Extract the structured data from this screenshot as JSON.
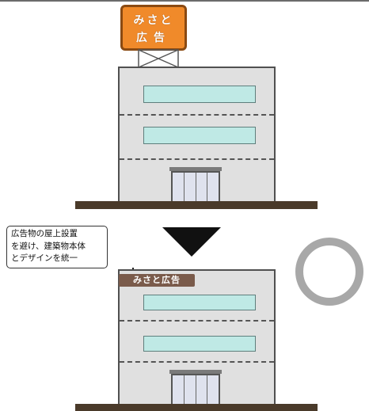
{
  "roof_sign": {
    "line1": "みさと",
    "line2": "広告"
  },
  "callout": {
    "lines": [
      "広告物の屋上設置",
      "を避け、建築物本体",
      "とデザインを統一"
    ]
  },
  "wall_sign": {
    "text": "みさと広告"
  },
  "colors": {
    "roof_sign": "#f08a2a",
    "wall_sign": "#7a5b4b",
    "window": "#bfe9e5",
    "wall": "#e0e0e0",
    "ground": "#4a3a2a",
    "ok_mark": "#a8a8a8"
  }
}
